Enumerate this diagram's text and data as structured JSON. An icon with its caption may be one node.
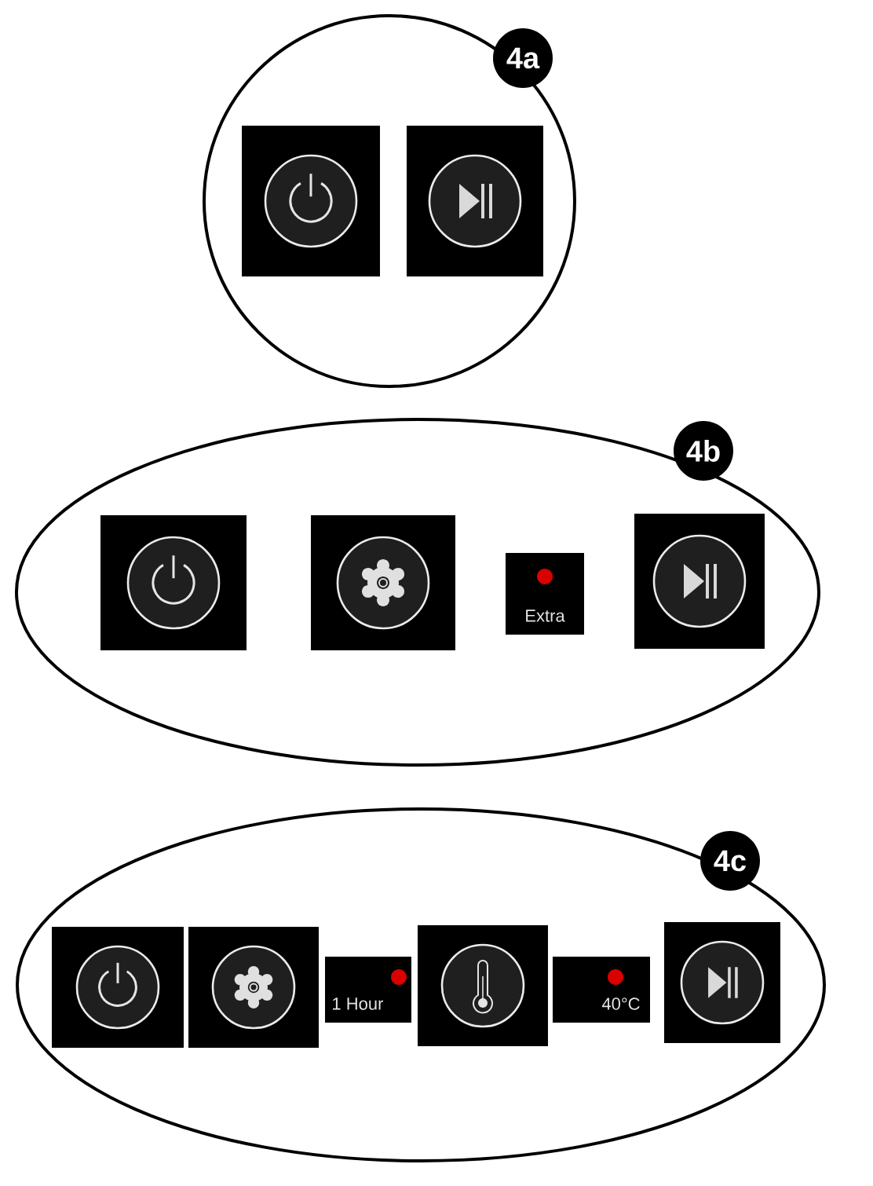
{
  "diagram": {
    "nodes": [
      {
        "text": [
          "4a"
        ]
      },
      {
        "text": [],
        "shape": "box",
        "in": 0
      },
      {
        "text": [],
        "shape": "box",
        "in": 0
      },
      {
        "text": [
          "4b"
        ]
      },
      {
        "text": [],
        "shape": "box",
        "in": 3
      },
      {
        "text": [],
        "shape": "box",
        "in": 3
      },
      {
        "text": [
          "Extra"
        ],
        "in": 3
      },
      {
        "text": [],
        "shape": "box",
        "in": 3
      },
      {
        "text": [
          "4c"
        ]
      },
      {
        "text": [],
        "shape": "box",
        "in": 8
      },
      {
        "text": [],
        "shape": "box",
        "in": 8
      },
      {
        "text": [
          "1 Hour"
        ],
        "in": 8
      },
      {
        "text": [],
        "shape": "box",
        "in": 8
      },
      {
        "text": [
          "40°C"
        ],
        "in": 8
      },
      {
        "text": [],
        "shape": "box",
        "in": 8
      }
    ]
  }
}
